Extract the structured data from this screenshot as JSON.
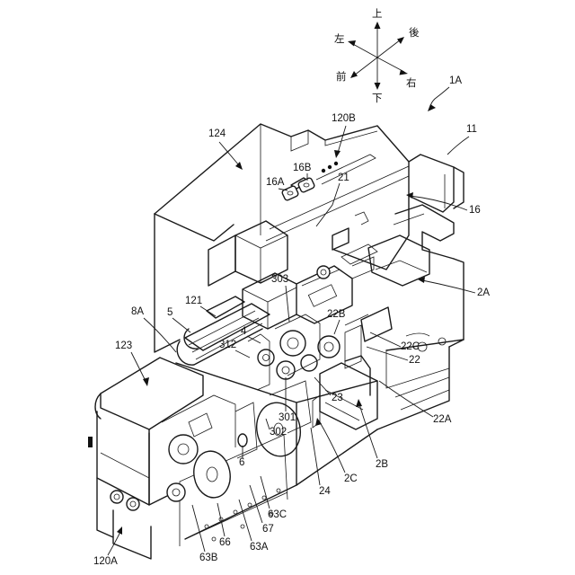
{
  "orientation": {
    "up": "上",
    "down": "下",
    "left": "左",
    "right": "右",
    "front": "前",
    "back": "後"
  },
  "labels": {
    "l_1A": "1A",
    "l_11": "11",
    "l_120B": "120B",
    "l_124": "124",
    "l_16B": "16B",
    "l_16A": "16A",
    "l_21": "21",
    "l_16": "16",
    "l_2A": "2A",
    "l_303": "303",
    "l_121": "121",
    "l_8A": "8A",
    "l_5": "5",
    "l_4": "4",
    "l_312": "312",
    "l_22B": "22B",
    "l_22C": "22C",
    "l_22": "22",
    "l_123": "123",
    "l_23": "23",
    "l_301": "301",
    "l_302": "302",
    "l_6": "6",
    "l_22A": "22A",
    "l_2B": "2B",
    "l_2C": "2C",
    "l_24": "24",
    "l_63C": "63C",
    "l_67": "67",
    "l_66": "66",
    "l_63A": "63A",
    "l_63B": "63B",
    "l_120A": "120A"
  },
  "colors": {
    "line": "#1a1a1a",
    "background": "#ffffff"
  }
}
